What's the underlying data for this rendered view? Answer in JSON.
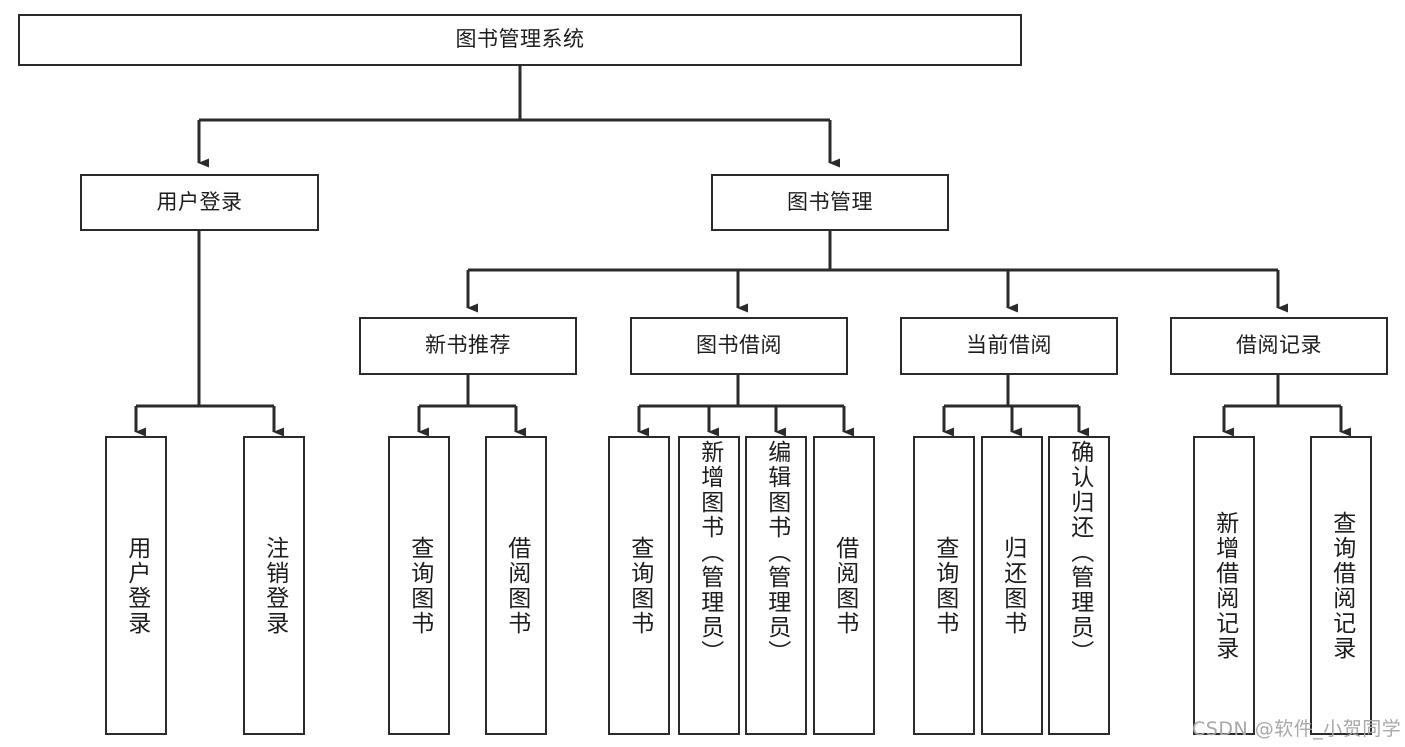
{
  "diagram": {
    "type": "tree-hierarchy-flowchart",
    "orientation": "top-down",
    "root": {
      "id": "root",
      "label": "图书管理系统"
    },
    "level1": [
      {
        "id": "user-login",
        "label": "用户登录"
      },
      {
        "id": "book-manage",
        "label": "图书管理"
      }
    ],
    "level2": [
      {
        "id": "new-book-rec",
        "label": "新书推荐",
        "parent": "book-manage"
      },
      {
        "id": "book-borrow",
        "label": "图书借阅",
        "parent": "book-manage"
      },
      {
        "id": "current-borrow",
        "label": "当前借阅",
        "parent": "book-manage"
      },
      {
        "id": "borrow-record",
        "label": "借阅记录",
        "parent": "book-manage"
      }
    ],
    "leaves": [
      {
        "id": "leaf-user-login",
        "label": "用户登录",
        "parent": "user-login"
      },
      {
        "id": "leaf-user-logout",
        "label": "注销登录",
        "parent": "user-login"
      },
      {
        "id": "leaf-rec-query",
        "label": "查询图书",
        "parent": "new-book-rec"
      },
      {
        "id": "leaf-rec-borrow",
        "label": "借阅图书",
        "parent": "new-book-rec"
      },
      {
        "id": "leaf-borrow-query",
        "label": "查询图书",
        "parent": "book-borrow"
      },
      {
        "id": "leaf-borrow-add",
        "label": "新增图书（管理员）",
        "parent": "book-borrow"
      },
      {
        "id": "leaf-borrow-edit",
        "label": "编辑图书（管理员）",
        "parent": "book-borrow"
      },
      {
        "id": "leaf-borrow-do",
        "label": "借阅图书",
        "parent": "book-borrow"
      },
      {
        "id": "leaf-cur-query",
        "label": "查询图书",
        "parent": "current-borrow"
      },
      {
        "id": "leaf-cur-return",
        "label": "归还图书",
        "parent": "current-borrow"
      },
      {
        "id": "leaf-cur-confirm",
        "label": "确认归还（管理员）",
        "parent": "current-borrow"
      },
      {
        "id": "leaf-rec-add",
        "label": "新增借阅记录",
        "parent": "borrow-record"
      },
      {
        "id": "leaf-rec-search",
        "label": "查询借阅记录",
        "parent": "borrow-record"
      }
    ]
  },
  "watermark": {
    "text": "CSDN @软件_小贺同学"
  },
  "colors": {
    "stroke": "#2b2b2b",
    "fill": "#ffffff",
    "text": "#1d1d1d",
    "watermark": "#a8a8a8"
  }
}
